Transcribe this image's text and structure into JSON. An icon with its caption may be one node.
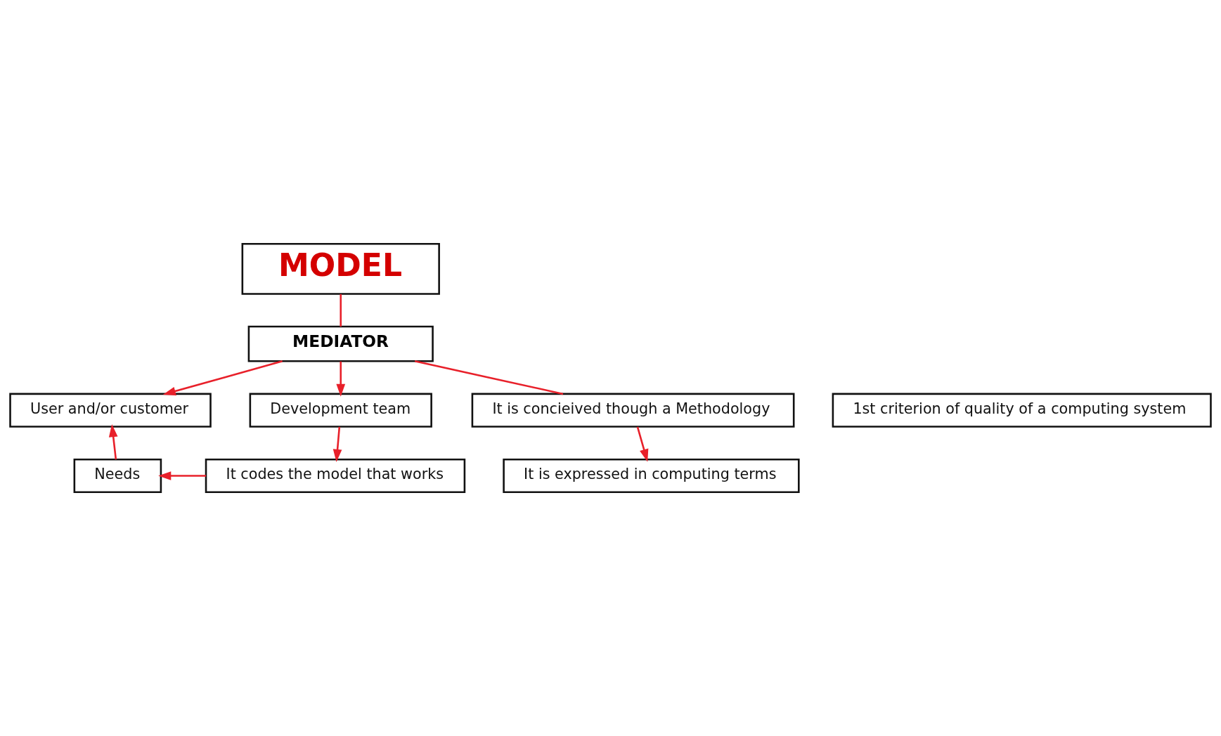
{
  "diagram": {
    "nodes": [
      {
        "text": [
          "MODEL"
        ]
      },
      {
        "text": [
          "MEDIATOR"
        ]
      },
      {
        "text": [
          "User and/or customer"
        ]
      },
      {
        "text": [
          "Development team"
        ]
      },
      {
        "text": [
          "Needs"
        ]
      },
      {
        "text": [
          "It codes the model that works"
        ]
      },
      {
        "text": [
          "1st criterion of quality of a computing system"
        ]
      },
      {
        "text": [
          "It is concieived though a Methodology"
        ]
      },
      {
        "text": [
          "It is expressed in computing terms"
        ]
      }
    ],
    "edges": [
      {
        "from": 0,
        "to": 1,
        "arrow": "none"
      },
      {
        "from": 1,
        "to": 2,
        "arrow": "to"
      },
      {
        "from": 1,
        "to": 3,
        "arrow": "to"
      },
      {
        "from": 3,
        "to": 5,
        "arrow": "to"
      },
      {
        "from": 5,
        "to": 4,
        "arrow": "to"
      },
      {
        "from": 4,
        "to": 2,
        "arrow": "to"
      },
      {
        "from": 1,
        "to": 7,
        "arrow": "none"
      },
      {
        "from": 7,
        "to": 8,
        "arrow": "to"
      }
    ]
  }
}
